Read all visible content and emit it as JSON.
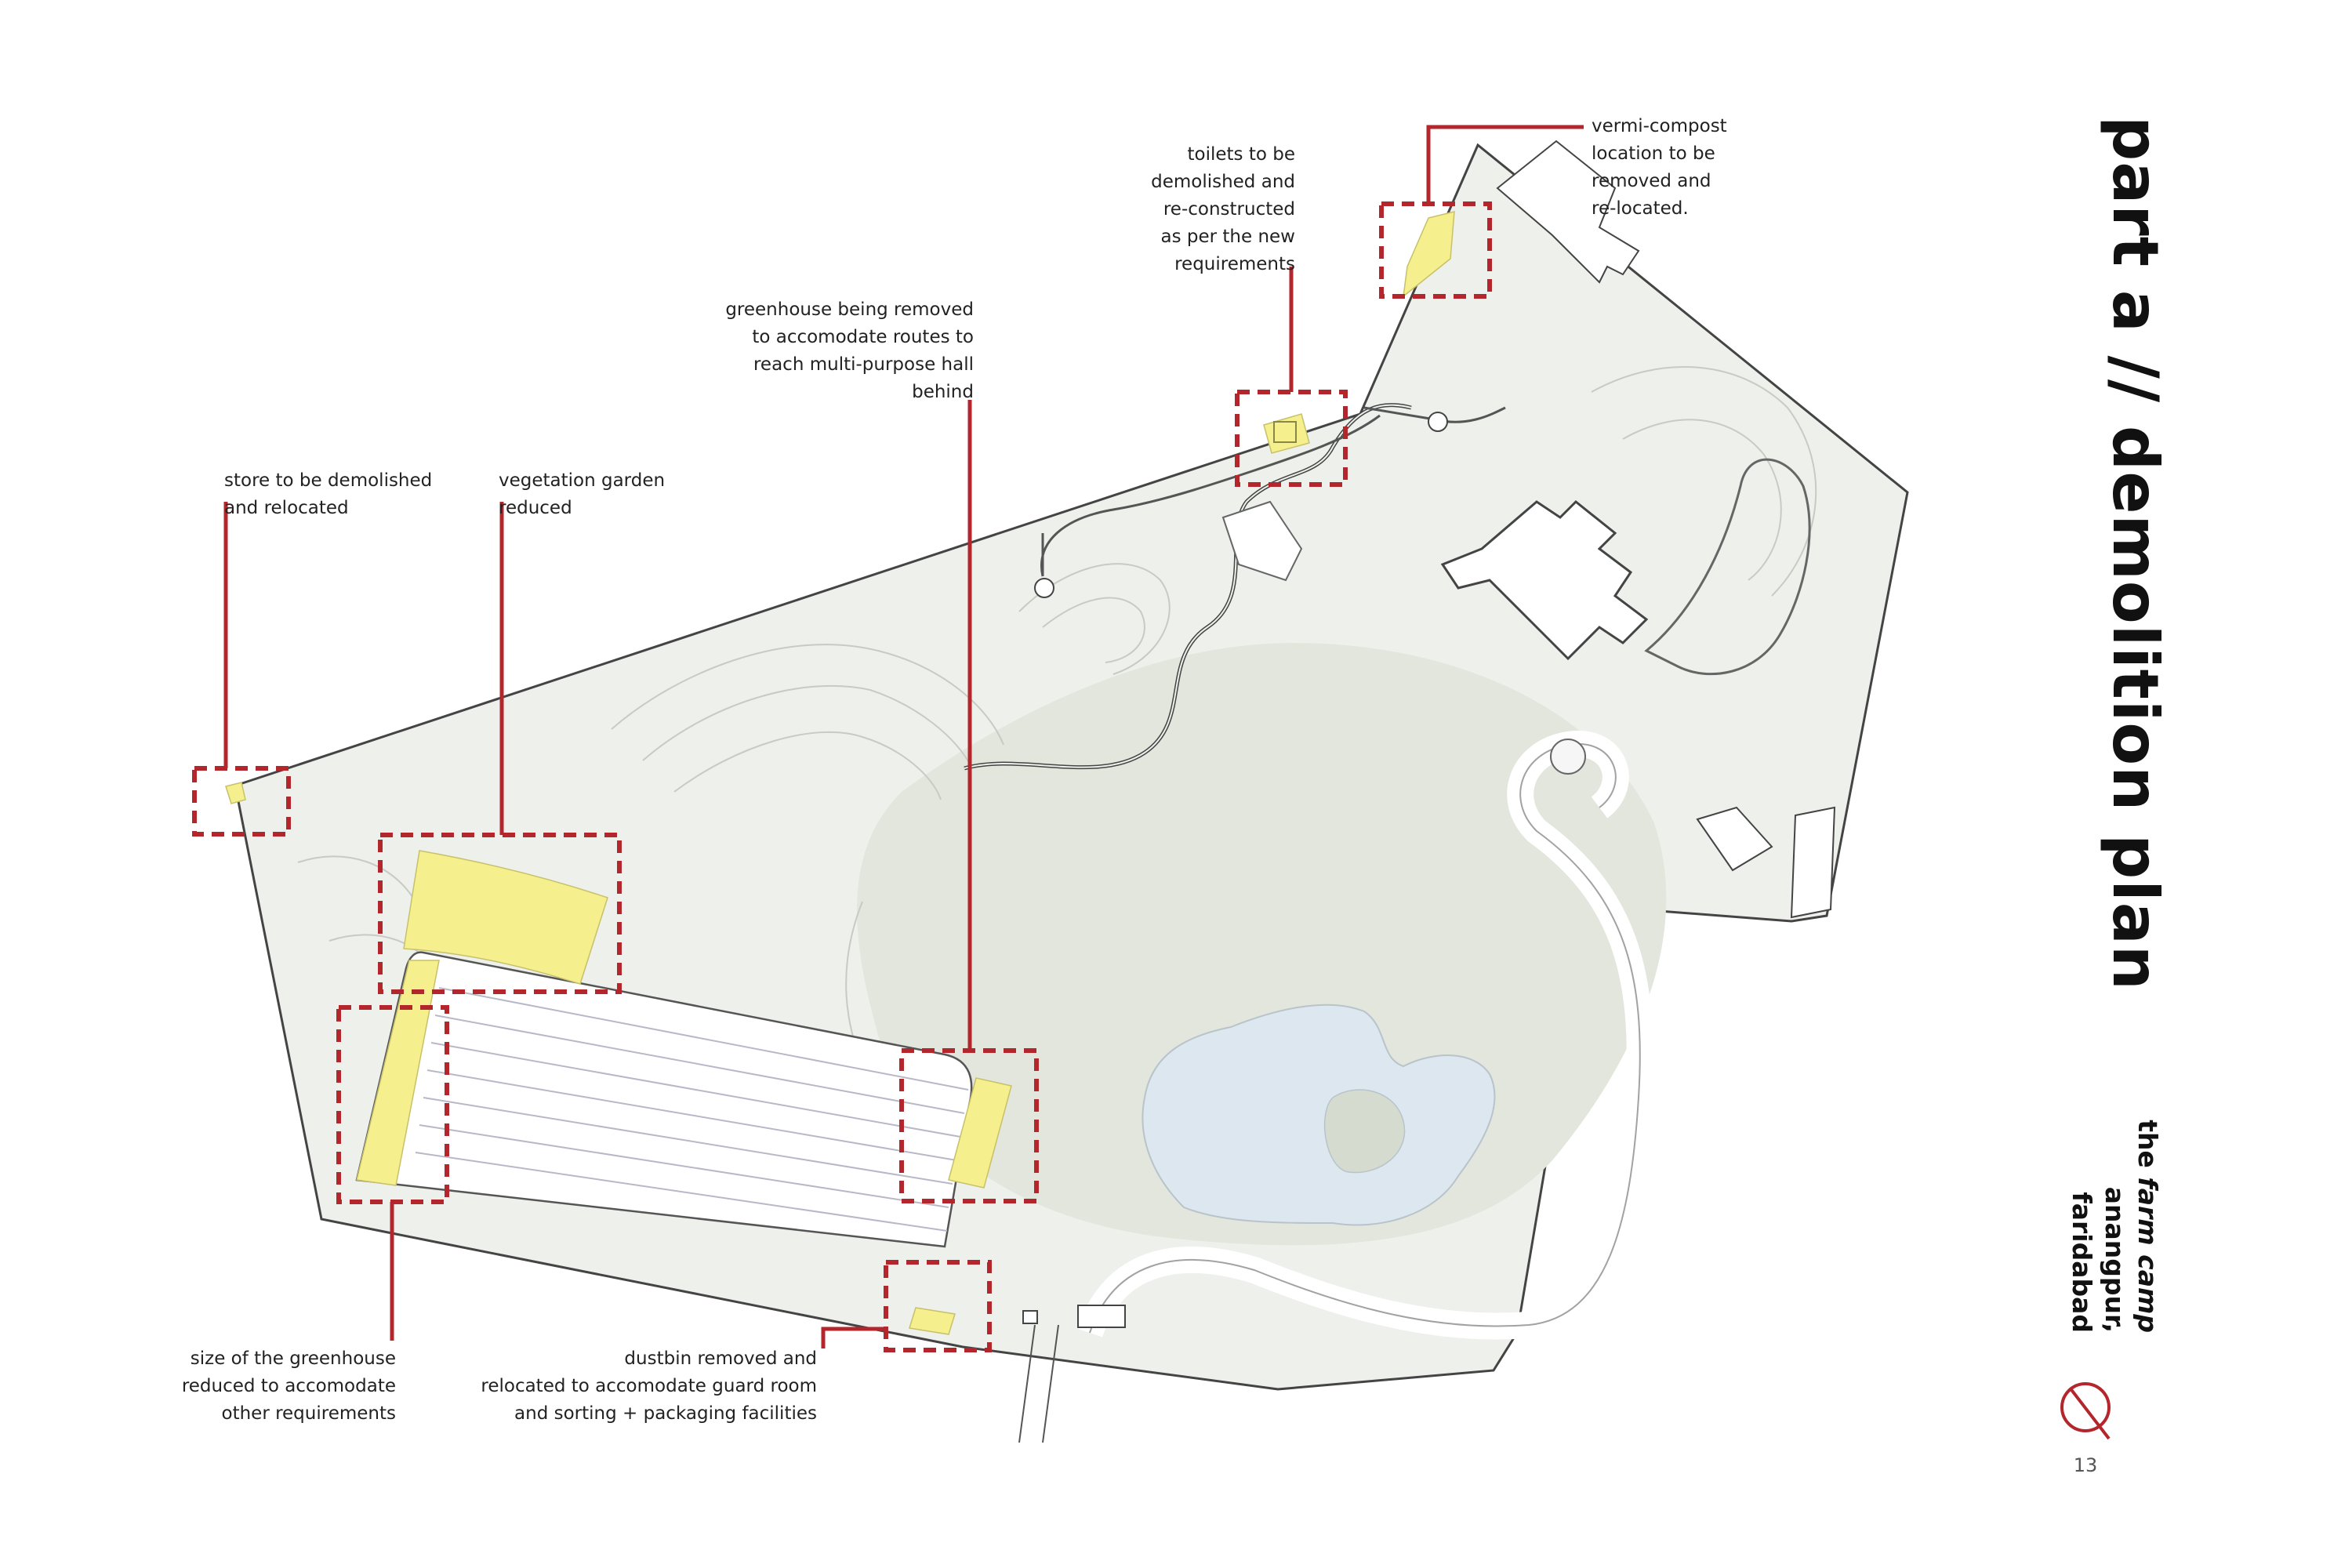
{
  "title": "part a // demolition plan",
  "subtitle": {
    "line1_normal": "the ",
    "line1_italic": "farm camp",
    "line2": "anangpur, faridabad"
  },
  "page_number": "13",
  "colors": {
    "accent_red": "#b3262c",
    "highlight_yellow": "#f5ef8e",
    "site_fill": "#eef0eb",
    "water": "#dde7ef"
  },
  "logo_icon": "circle-slash-logo-icon",
  "annotations": {
    "toilets": "toilets to be\ndemolished and\nre-constructed\nas per the new\nrequirements",
    "vermi": "vermi-compost\nlocation to be\nremoved and\nre-located.",
    "greenhouse_removed": "greenhouse being removed\nto accomodate routes to\nreach multi-purpose hall\nbehind",
    "store": "store to be demolished\nand relocated",
    "vegetation": "vegetation garden\nreduced",
    "greenhouse_size": "size of the greenhouse\nreduced to accomodate\nother requirements",
    "dustbin": "dustbin removed and\nrelocated to accomodate guard room\nand sorting + packaging facilities"
  }
}
